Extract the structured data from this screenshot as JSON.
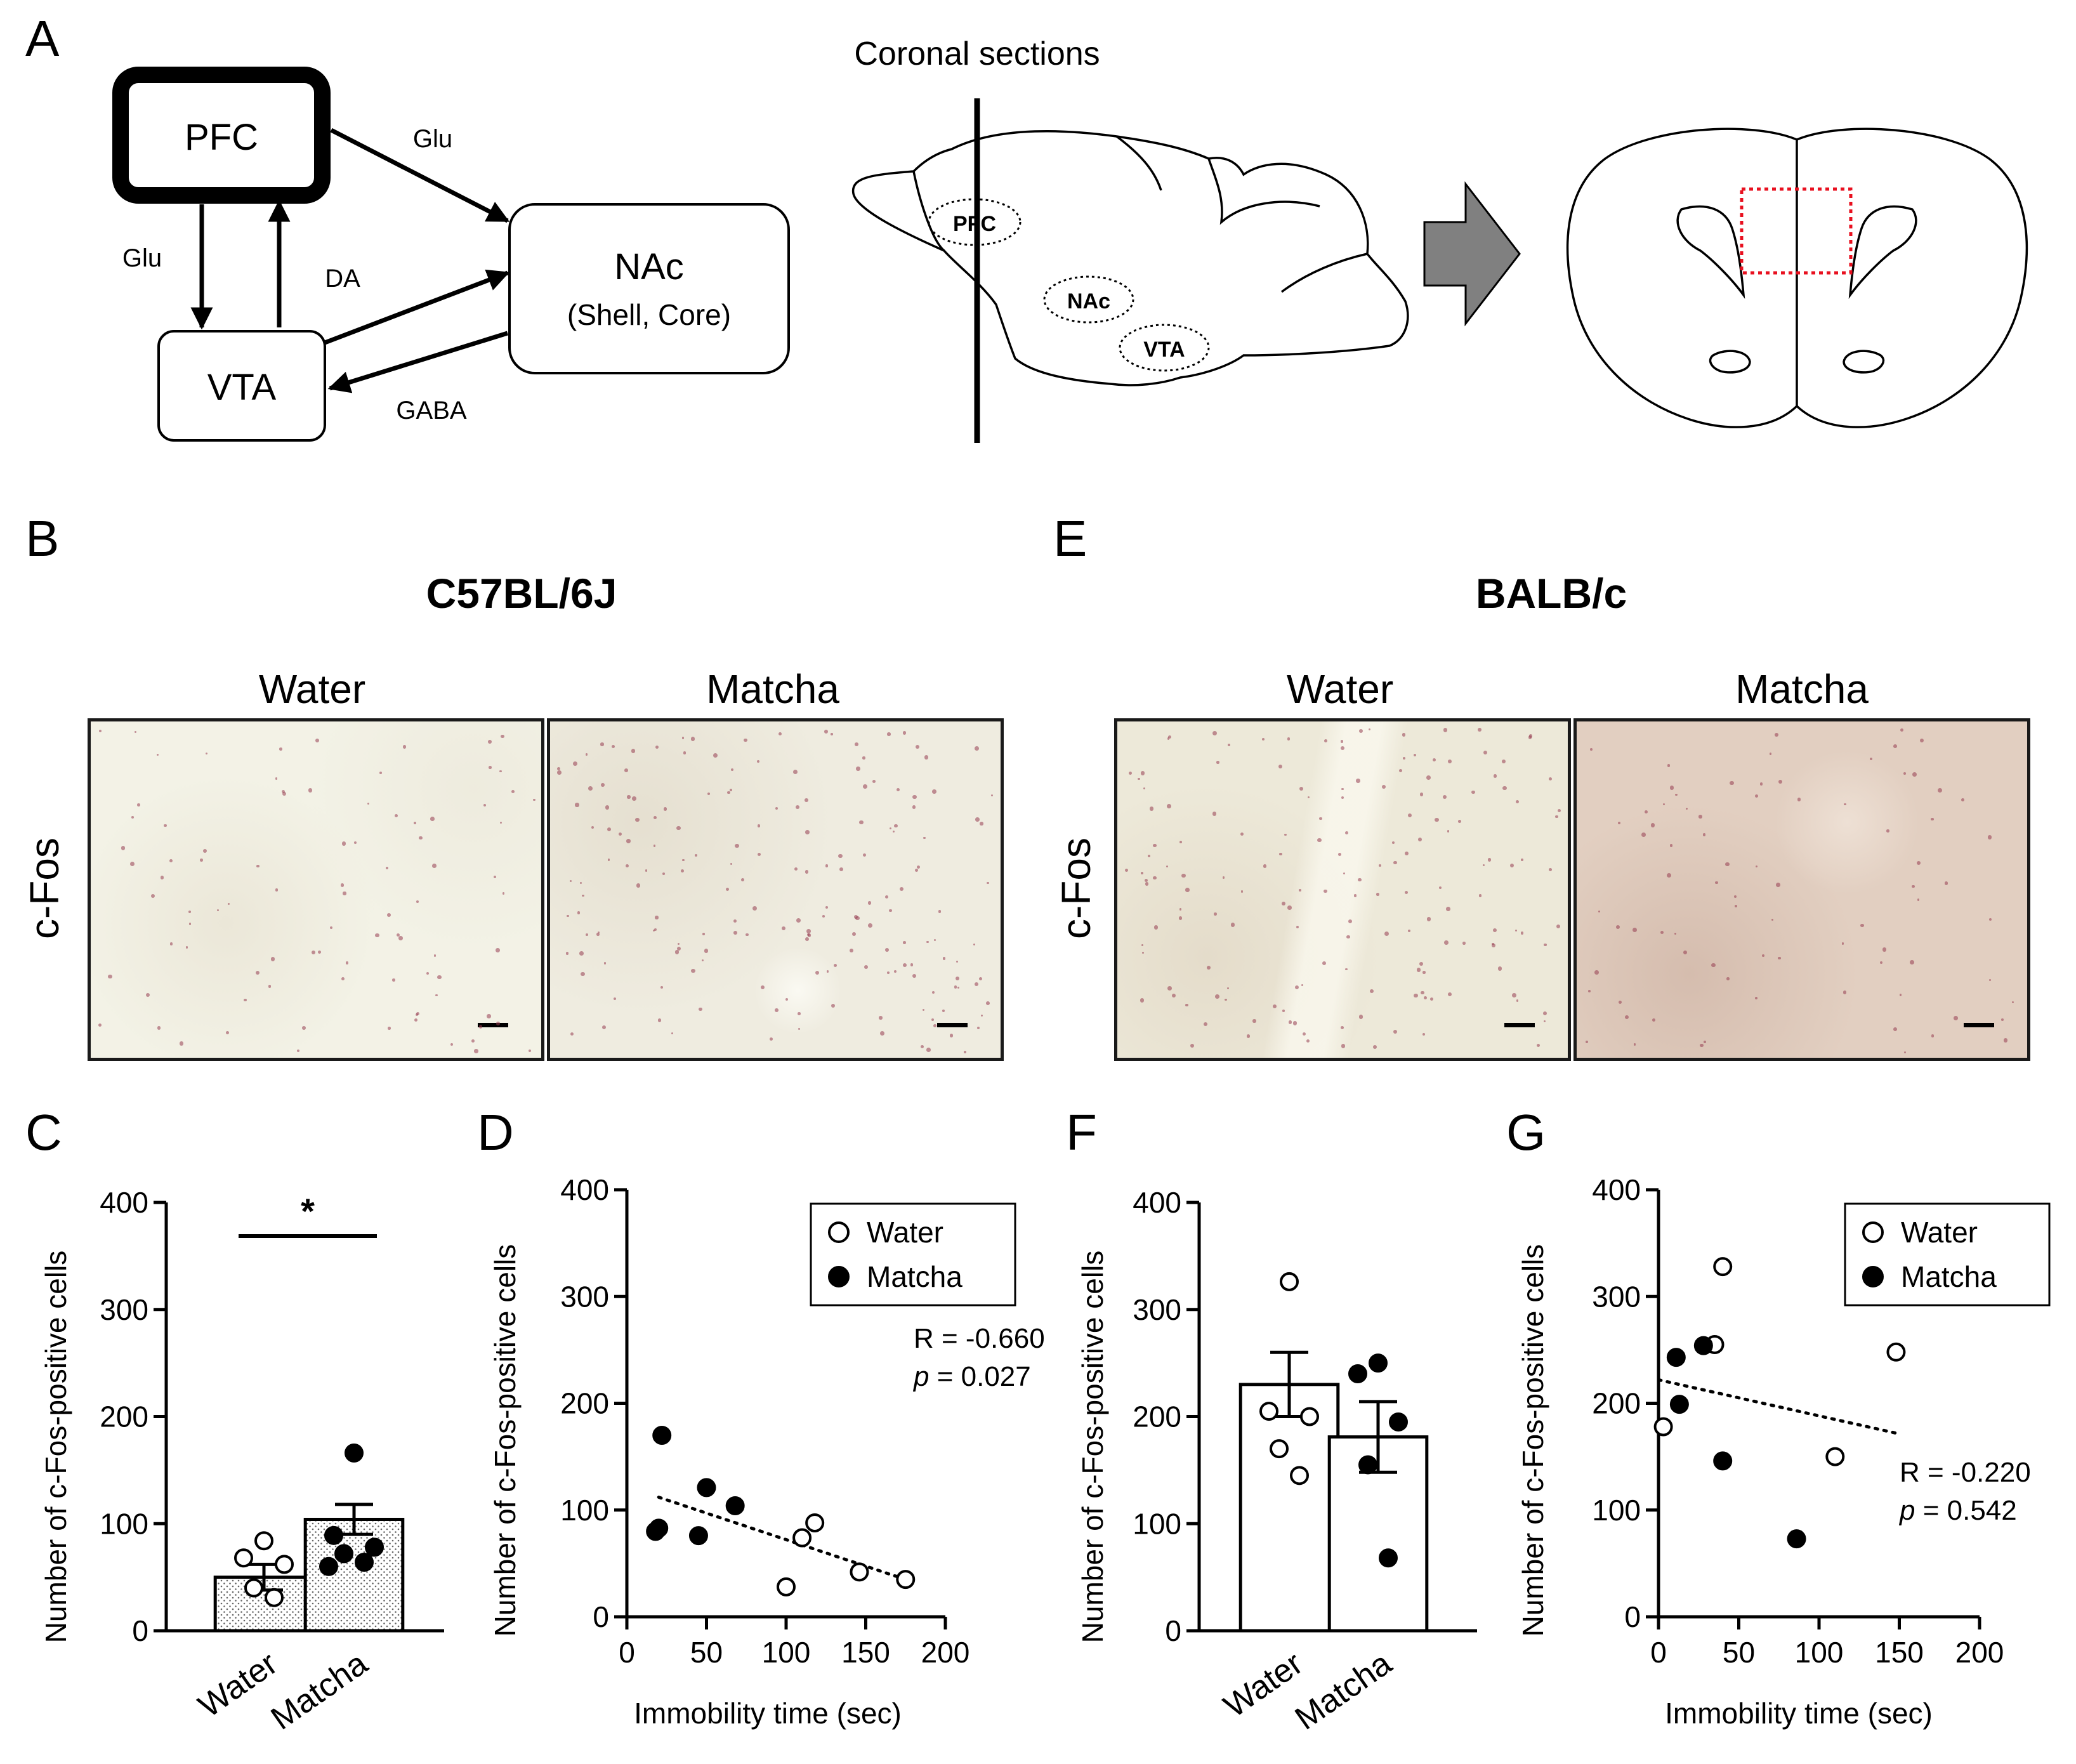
{
  "panels": {
    "A": {
      "letter": "A",
      "nodes": {
        "pfc": "PFC",
        "vta": "VTA",
        "nac": "NAc",
        "nac_sub": "(Shell, Core)"
      },
      "edges": {
        "pfc_nac": "Glu",
        "pfc_vta": "Glu",
        "vta_pfc": "DA",
        "nac_vta": "GABA"
      },
      "section_title": "Coronal sections",
      "brain_regions": {
        "pfc": "PFC",
        "nac": "NAc",
        "vta": "VTA"
      }
    },
    "B": {
      "letter": "B",
      "strain": "C57BL/6J",
      "col1": "Water",
      "col2": "Matcha",
      "row_label": "c-Fos"
    },
    "E": {
      "letter": "E",
      "strain": "BALB/c",
      "col1": "Water",
      "col2": "Matcha",
      "row_label": "c-Fos"
    },
    "C": {
      "letter": "C",
      "ylabel": "Number of c-Fos-positive cells",
      "significance": "*"
    },
    "D": {
      "letter": "D",
      "ylabel": "Number of c-Fos-positive cells",
      "xlabel": "Immobility time (sec)",
      "stat_r": "R = -0.660",
      "stat_p_label": "p",
      "stat_p_value": " = 0.027"
    },
    "F": {
      "letter": "F",
      "ylabel": "Number of c-Fos-positive cells"
    },
    "G": {
      "letter": "G",
      "ylabel": "Number of c-Fos-positive cells",
      "xlabel": "Immobility time (sec)",
      "stat_r": "R = -0.220",
      "stat_p_label": "p",
      "stat_p_value": " = 0.542"
    }
  },
  "chart_data": [
    {
      "id": "C",
      "type": "bar",
      "categories": [
        "Water",
        "Matcha"
      ],
      "ylim": [
        0,
        400
      ],
      "yticks": [
        0,
        100,
        200,
        300,
        400
      ],
      "means": [
        50,
        104
      ],
      "sem": [
        12,
        14
      ],
      "points": [
        [
          84,
          68,
          62,
          40,
          31
        ],
        [
          166,
          89,
          78,
          72,
          64,
          60
        ]
      ],
      "point_fill": [
        "open",
        "filled"
      ],
      "bar_fill": [
        "dotted",
        "dotted"
      ]
    },
    {
      "id": "D",
      "type": "scatter",
      "xlim": [
        0,
        200
      ],
      "ylim": [
        0,
        400
      ],
      "xticks": [
        0,
        50,
        100,
        150,
        200
      ],
      "yticks": [
        0,
        100,
        200,
        300,
        400
      ],
      "series": [
        {
          "name": "Water",
          "fill": "open",
          "points": [
            [
              100,
              28
            ],
            [
              110,
              74
            ],
            [
              118,
              88
            ],
            [
              146,
              42
            ],
            [
              175,
              35
            ]
          ]
        },
        {
          "name": "Matcha",
          "fill": "filled",
          "points": [
            [
              18,
              80
            ],
            [
              20,
              83
            ],
            [
              22,
              170
            ],
            [
              45,
              76
            ],
            [
              50,
              121
            ],
            [
              68,
              104
            ]
          ]
        }
      ],
      "trend": [
        [
          20,
          112
        ],
        [
          175,
          35
        ]
      ],
      "legend": "top-right"
    },
    {
      "id": "F",
      "type": "bar",
      "categories": [
        "Water",
        "Matcha"
      ],
      "ylim": [
        0,
        400
      ],
      "yticks": [
        0,
        100,
        200,
        300,
        400
      ],
      "means": [
        230,
        181
      ],
      "sem": [
        30,
        33
      ],
      "points": [
        [
          326,
          205,
          200,
          170,
          145
        ],
        [
          250,
          240,
          195,
          155,
          68
        ]
      ],
      "point_fill": [
        "open",
        "filled"
      ],
      "bar_fill": [
        "white",
        "white"
      ]
    },
    {
      "id": "G",
      "type": "scatter",
      "xlim": [
        0,
        200
      ],
      "ylim": [
        0,
        400
      ],
      "xticks": [
        0,
        50,
        100,
        150,
        200
      ],
      "yticks": [
        0,
        100,
        200,
        300,
        400
      ],
      "series": [
        {
          "name": "Water",
          "fill": "open",
          "points": [
            [
              3,
              178
            ],
            [
              35,
              255
            ],
            [
              40,
              328
            ],
            [
              110,
              150
            ],
            [
              148,
              248
            ]
          ]
        },
        {
          "name": "Matcha",
          "fill": "filled",
          "points": [
            [
              11,
              243
            ],
            [
              13,
              199
            ],
            [
              28,
              254
            ],
            [
              40,
              146
            ],
            [
              86,
              73
            ]
          ]
        }
      ],
      "trend": [
        [
          0,
          222
        ],
        [
          148,
          172
        ]
      ],
      "legend": "top-right"
    }
  ]
}
